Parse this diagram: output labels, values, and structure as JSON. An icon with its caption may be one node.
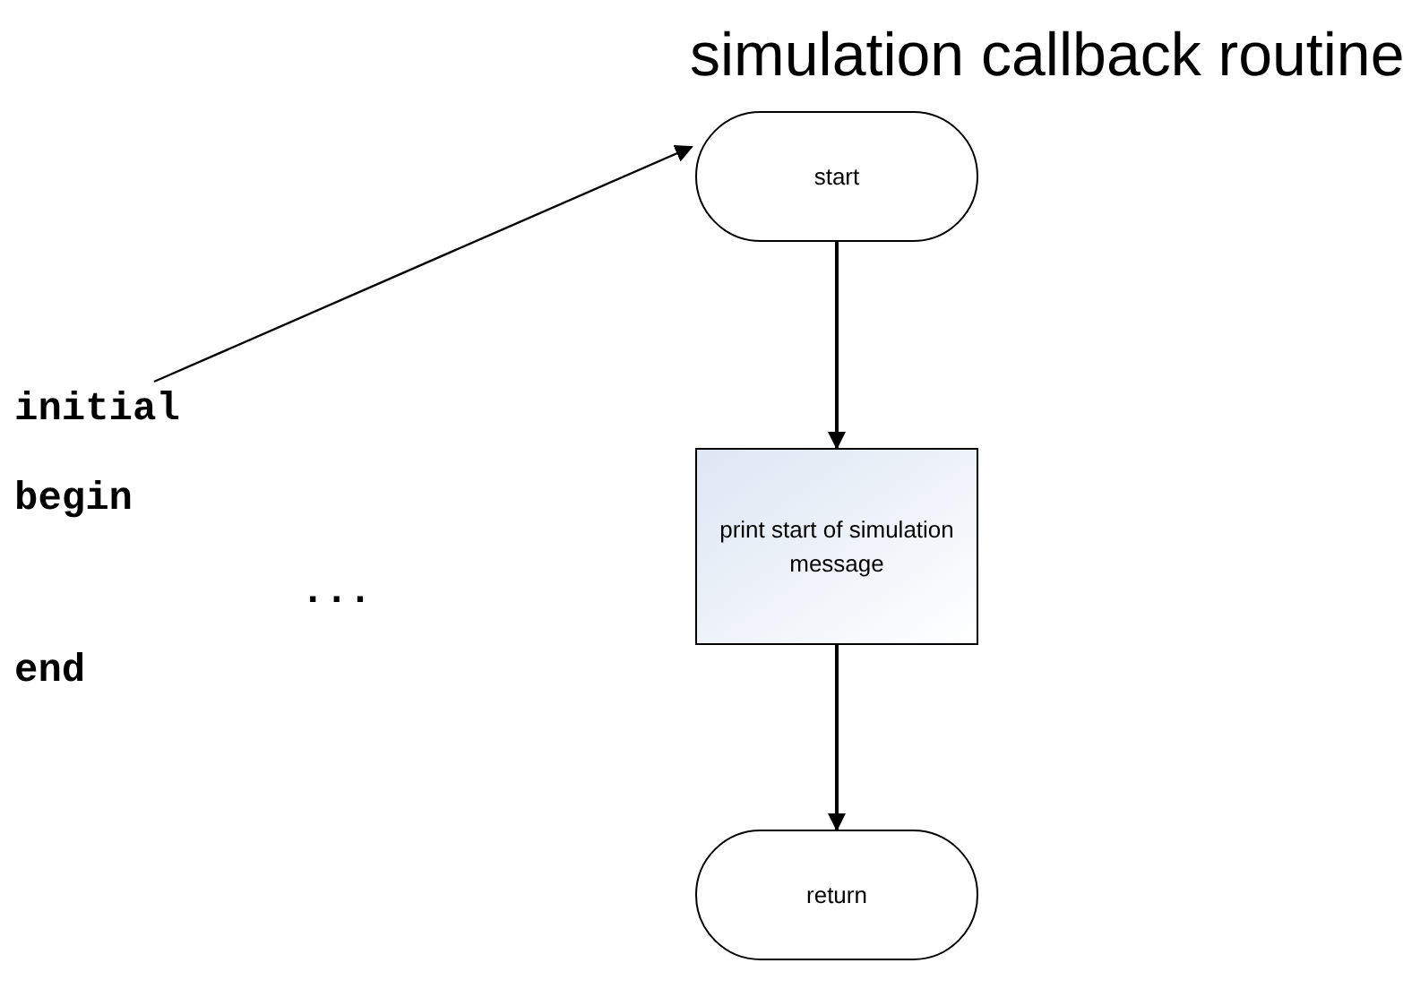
{
  "diagram": {
    "title": "simulation callback routine",
    "nodes": [
      {
        "text": [
          "initial"
        ]
      },
      {
        "text": [
          "start"
        ]
      },
      {
        "text": [
          "print start of simulation message"
        ]
      },
      {
        "text": [
          "return"
        ]
      }
    ],
    "edges": [
      {
        "from": 0,
        "to": 1,
        "arrow": "to"
      },
      {
        "from": 1,
        "to": 2,
        "arrow": "to"
      },
      {
        "from": 2,
        "to": 3,
        "arrow": "to"
      }
    ],
    "labels": [
      "begin",
      "...",
      "end"
    ]
  }
}
